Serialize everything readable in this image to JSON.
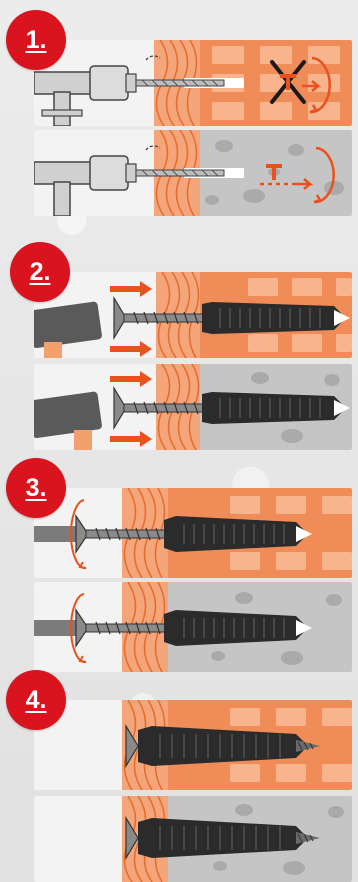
{
  "steps": [
    {
      "number": "1.",
      "substrates": [
        "brick",
        "concrete"
      ],
      "tool": "hammer-drill"
    },
    {
      "number": "2.",
      "substrates": [
        "brick",
        "concrete"
      ],
      "tool": "hammer"
    },
    {
      "number": "3.",
      "substrates": [
        "brick",
        "concrete"
      ],
      "tool": "screwdriver"
    },
    {
      "number": "4.",
      "substrates": [
        "brick",
        "concrete"
      ],
      "tool": "none"
    }
  ],
  "colors": {
    "badge": "#d9141e",
    "brick": "#f08c57",
    "brick_hole": "#f8b48c",
    "concrete": "#c5c5c5",
    "wood": "#f4a57a",
    "wood_grain": "#e56b2c",
    "arrow": "#e9511e",
    "anchor": "#2b2b2b",
    "screw": "#5b5b5b",
    "hammer_head": "#5a5a5a",
    "hammer_handle": "#f2a06e",
    "panel_bg": "#f3f3f3"
  }
}
